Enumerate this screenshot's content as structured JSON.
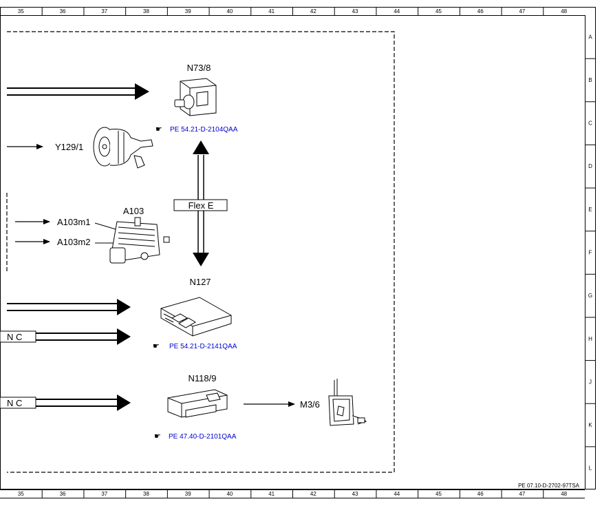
{
  "grid": {
    "columns": [
      "35",
      "36",
      "37",
      "38",
      "39",
      "40",
      "41",
      "42",
      "43",
      "44",
      "45",
      "46",
      "47",
      "48"
    ],
    "rows": [
      "A",
      "B",
      "C",
      "D",
      "E",
      "F",
      "G",
      "H",
      "J",
      "K",
      "L"
    ]
  },
  "components": {
    "n73_8": {
      "label": "N73/8",
      "ref": "PE 54.21-D-2104QAA"
    },
    "y129_1": {
      "label": "Y129/1"
    },
    "a103": {
      "label": "A103",
      "m1": "A103m1",
      "m2": "A103m2"
    },
    "flex_e": {
      "label": "Flex E"
    },
    "n127": {
      "label": "N127",
      "ref": "PE 54.21-D-2141QAA"
    },
    "nc_top": {
      "label": "N C"
    },
    "n118_9": {
      "label": "N118/9",
      "ref": "PE 47.40-D-2101QAA"
    },
    "nc_bottom": {
      "label": "N C"
    },
    "m3_6": {
      "label": "M3/6"
    }
  },
  "document_id": "PE 07.10-D-2702-97TSA"
}
